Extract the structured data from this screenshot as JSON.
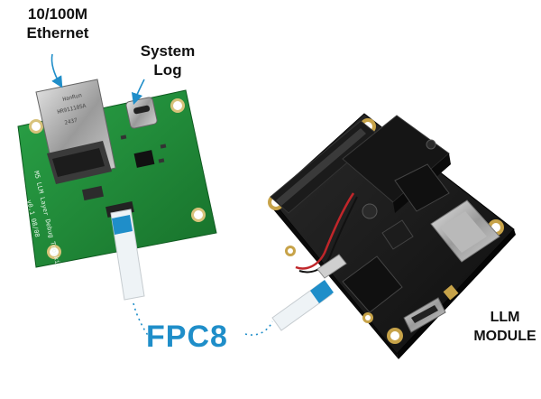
{
  "labels": {
    "ethernet_line1": "10/100M",
    "ethernet_line2": "Ethernet",
    "system_log_line1": "System",
    "system_log_line2": "Log",
    "fpc": "FPC8",
    "llm_line1": "LLM",
    "llm_line2": "MODULE"
  },
  "board_silkscreen": {
    "line1": "M5 LLM Layer Debug Toolkit",
    "line2": "v0.1 08/08",
    "rj45_brand": "HanRun",
    "rj45_part": "HR911105A",
    "rj45_code": "2437"
  },
  "colors": {
    "accent": "#1f8ec9",
    "debug_board": "#1e8a34",
    "llm_board": "#181818",
    "fpc_cable": "#eef3f6"
  }
}
